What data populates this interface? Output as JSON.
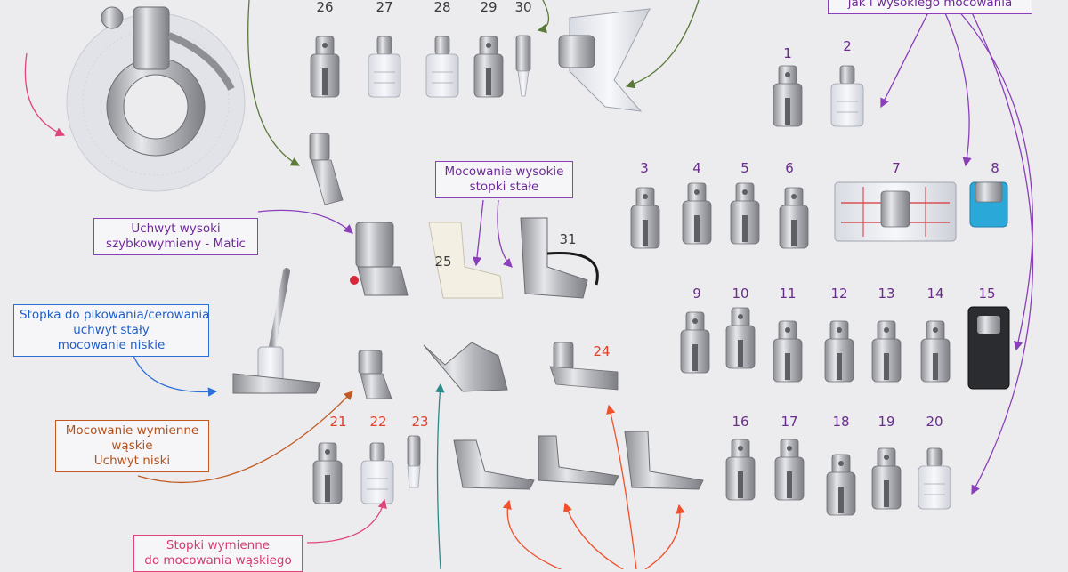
{
  "callouts": {
    "top_right": "jak i wysokiego mocowania",
    "high_fixed": [
      "Mocowanie wysokie",
      "stopki stałe"
    ],
    "high_quick": [
      "Uchwyt wysoki",
      "szybkowymieny - Matic"
    ],
    "quilting": [
      "Stopka do pikowania/cerowania",
      "uchwyt stały",
      "mocowanie niskie"
    ],
    "narrow_mount": [
      "Mocowanie wymienne",
      "wąskie",
      "Uchwyt niski"
    ],
    "narrow_feet": [
      "Stopki wymienne",
      "do mocowania wąskiego"
    ]
  },
  "numbers": {
    "n1": "1",
    "n2": "2",
    "n3": "3",
    "n4": "4",
    "n5": "5",
    "n6": "6",
    "n7": "7",
    "n8": "8",
    "n9": "9",
    "n10": "10",
    "n11": "11",
    "n12": "12",
    "n13": "13",
    "n14": "14",
    "n15": "15",
    "n16": "16",
    "n17": "17",
    "n18": "18",
    "n19": "19",
    "n20": "20",
    "n21": "21",
    "n22": "22",
    "n23": "23",
    "n24": "24",
    "n25": "25",
    "n26": "26",
    "n27": "27",
    "n28": "28",
    "n29": "29",
    "n30": "30",
    "n31": "31"
  },
  "colors": {
    "background": "#ecebee",
    "purple": "#8a3fb8",
    "blue": "#2c6fd8",
    "orange": "#c05a20",
    "pink": "#e0457a",
    "green": "#5a7a3a",
    "red_arrow": "#f0502a",
    "teal": "#2a8a8a"
  }
}
